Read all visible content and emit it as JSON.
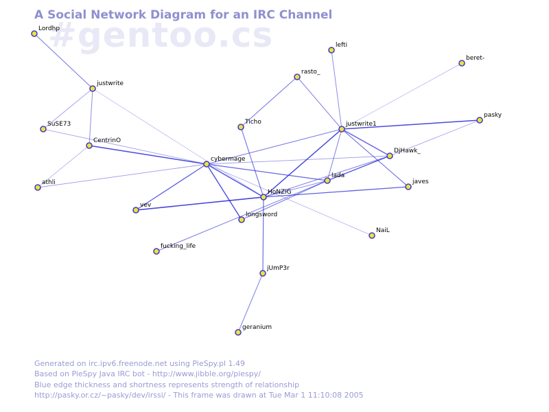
{
  "title": "A Social Network Diagram for an IRC Channel",
  "channel": "#gentoo.cs",
  "colors": {
    "background": "#ffffff",
    "title": "#8f8fd0",
    "channel_watermark": "#e8e8f6",
    "edge": "#3030d8",
    "node_fill": "#f0e040",
    "node_stroke": "#4040c0",
    "footer": "#9a9ad6"
  },
  "nodes": [
    {
      "id": "Lordhp",
      "label": "Lordhp"
    },
    {
      "id": "justwrite",
      "label": "justwrite"
    },
    {
      "id": "SuSE73",
      "label": "SuSE73"
    },
    {
      "id": "CentrinO",
      "label": "CentrinO"
    },
    {
      "id": "athli",
      "label": "athli"
    },
    {
      "id": "vev",
      "label": "vev"
    },
    {
      "id": "fucking_life",
      "label": "fucking_life"
    },
    {
      "id": "cybermage",
      "label": "cybermage"
    },
    {
      "id": "Ticho",
      "label": "Ticho"
    },
    {
      "id": "HoNZiG",
      "label": "HoNZiG"
    },
    {
      "id": "longsword",
      "label": "longsword"
    },
    {
      "id": "jUmP3r",
      "label": "jUmP3r"
    },
    {
      "id": "geranium",
      "label": "geranium"
    },
    {
      "id": "rasto_",
      "label": "rasto_"
    },
    {
      "id": "lefti",
      "label": "lefti"
    },
    {
      "id": "justwrite1",
      "label": "justwrite1"
    },
    {
      "id": "beret-",
      "label": "beret-"
    },
    {
      "id": "pasky",
      "label": "pasky"
    },
    {
      "id": "DjHawk_",
      "label": "DjHawk_"
    },
    {
      "id": "lada",
      "label": "lada"
    },
    {
      "id": "javes",
      "label": "javes"
    },
    {
      "id": "NaiL",
      "label": "NaiL"
    }
  ],
  "edges": [
    {
      "source": "Lordhp",
      "target": "justwrite",
      "strength": 0.55
    },
    {
      "source": "justwrite",
      "target": "SuSE73",
      "strength": 0.35
    },
    {
      "source": "justwrite",
      "target": "CentrinO",
      "strength": 0.45
    },
    {
      "source": "justwrite",
      "target": "HoNZiG",
      "strength": 0.2
    },
    {
      "source": "SuSE73",
      "target": "cybermage",
      "strength": 0.35
    },
    {
      "source": "CentrinO",
      "target": "cybermage",
      "strength": 0.9
    },
    {
      "source": "CentrinO",
      "target": "athli",
      "strength": 0.25
    },
    {
      "source": "athli",
      "target": "cybermage",
      "strength": 0.35
    },
    {
      "source": "cybermage",
      "target": "vev",
      "strength": 0.75
    },
    {
      "source": "cybermage",
      "target": "HoNZiG",
      "strength": 0.85
    },
    {
      "source": "cybermage",
      "target": "longsword",
      "strength": 0.85
    },
    {
      "source": "cybermage",
      "target": "justwrite1",
      "strength": 0.55
    },
    {
      "source": "cybermage",
      "target": "DjHawk_",
      "strength": 0.35
    },
    {
      "source": "cybermage",
      "target": "lada",
      "strength": 0.7
    },
    {
      "source": "cybermage",
      "target": "NaiL",
      "strength": 0.25
    },
    {
      "source": "Ticho",
      "target": "HoNZiG",
      "strength": 0.6
    },
    {
      "source": "vev",
      "target": "HoNZiG",
      "strength": 0.95
    },
    {
      "source": "fucking_life",
      "target": "lada",
      "strength": 0.5
    },
    {
      "source": "HoNZiG",
      "target": "javes",
      "strength": 0.75
    },
    {
      "source": "HoNZiG",
      "target": "justwrite1",
      "strength": 0.9
    },
    {
      "source": "HoNZiG",
      "target": "DjHawk_",
      "strength": 0.5
    },
    {
      "source": "HoNZiG",
      "target": "jUmP3r",
      "strength": 0.65
    },
    {
      "source": "HoNZiG",
      "target": "lada",
      "strength": 0.4
    },
    {
      "source": "longsword",
      "target": "lada",
      "strength": 0.55
    },
    {
      "source": "jUmP3r",
      "target": "geranium",
      "strength": 0.5
    },
    {
      "source": "rasto_",
      "target": "Ticho",
      "strength": 0.55
    },
    {
      "source": "rasto_",
      "target": "justwrite1",
      "strength": 0.5
    },
    {
      "source": "lefti",
      "target": "justwrite1",
      "strength": 0.45
    },
    {
      "source": "beret-",
      "target": "justwrite1",
      "strength": 0.2
    },
    {
      "source": "justwrite1",
      "target": "pasky",
      "strength": 0.9
    },
    {
      "source": "justwrite1",
      "target": "DjHawk_",
      "strength": 0.75
    },
    {
      "source": "justwrite1",
      "target": "javes",
      "strength": 0.6
    },
    {
      "source": "justwrite1",
      "target": "lada",
      "strength": 0.5
    },
    {
      "source": "pasky",
      "target": "DjHawk_",
      "strength": 0.3
    },
    {
      "source": "DjHawk_",
      "target": "lada",
      "strength": 0.8
    }
  ],
  "footer": [
    "Generated on irc.ipv6.freenode.net using PieSpy.pl 1.49",
    "Based on PieSpy Java IRC bot - http://www.jibble.org/piespy/",
    "Blue edge thickness and shortness represents strength of relationship",
    "http://pasky.or.cz/~pasky/dev/irssi/ - This frame was drawn at Tue Mar  1 11:10:08 2005"
  ]
}
